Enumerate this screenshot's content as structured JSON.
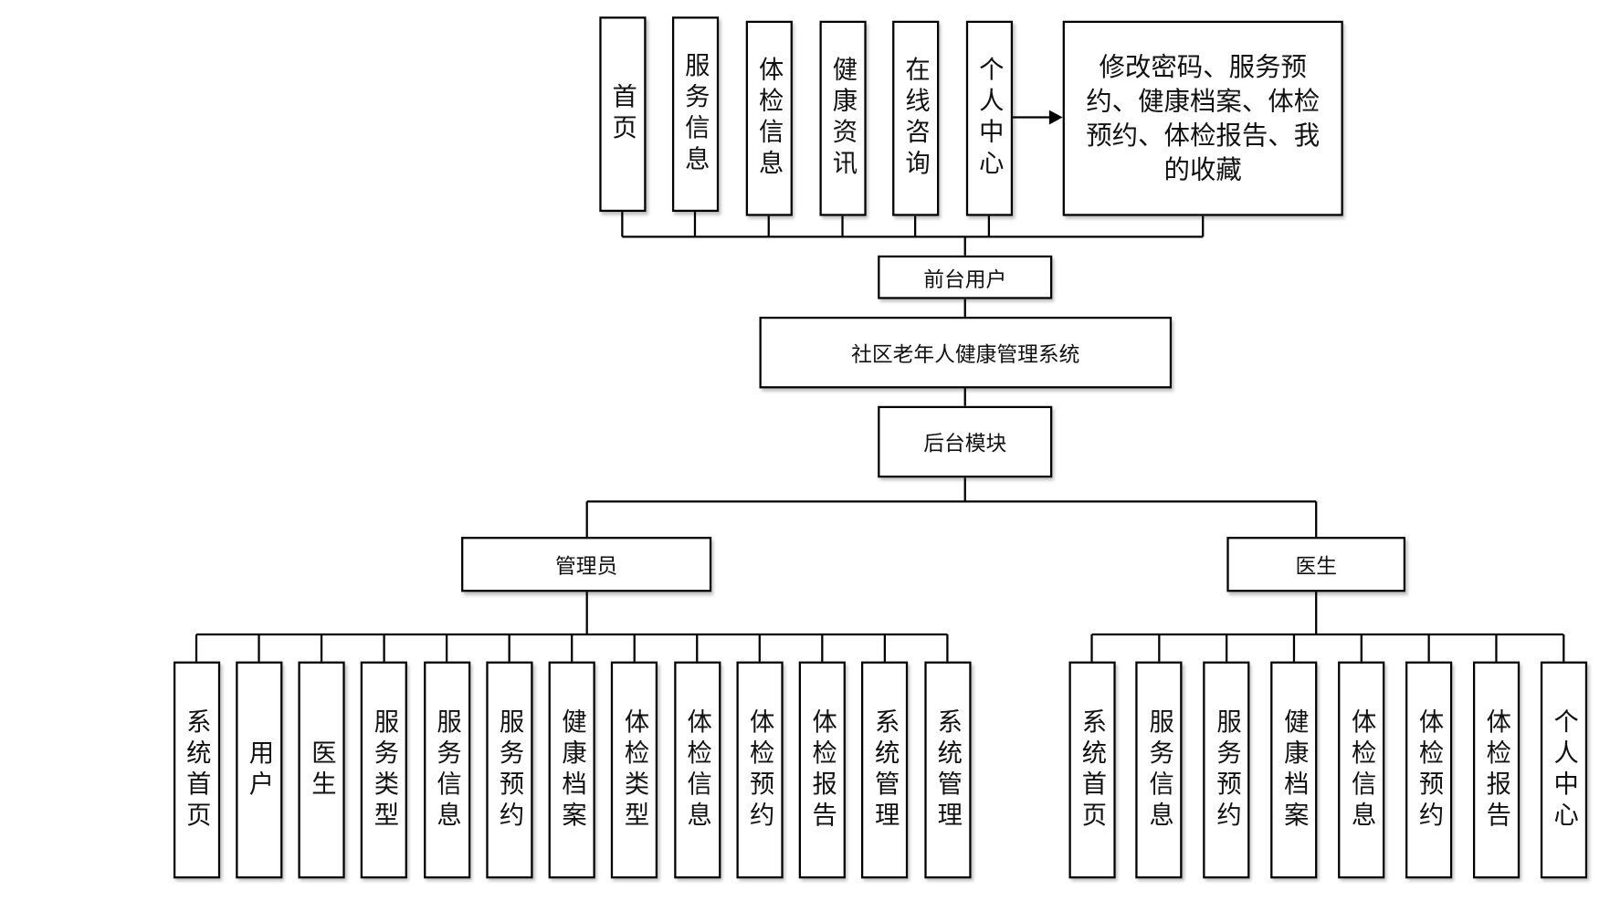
{
  "front": {
    "title": "前台用户",
    "modules": [
      "首页",
      "服务信息",
      "体检信息",
      "健康资讯",
      "在线咨询",
      "个人中心"
    ],
    "personal_center_detail": "修改密码、服务预约、健康档案、体检预约、体检报告、我的收藏"
  },
  "system": {
    "title": "社区老年人健康管理系统"
  },
  "backend": {
    "title": "后台模块",
    "admin": {
      "title": "管理员",
      "modules": [
        "系统首页",
        "用户",
        "医生",
        "服务类型",
        "服务信息",
        "服务预约",
        "健康档案",
        "体检类型",
        "体检信息",
        "体检预约",
        "体检报告",
        "系统管理",
        "系统管理"
      ]
    },
    "doctor": {
      "title": "医生",
      "modules": [
        "系统首页",
        "服务信息",
        "服务预约",
        "健康档案",
        "体检信息",
        "体检预约",
        "体检报告",
        "个人中心"
      ]
    }
  }
}
